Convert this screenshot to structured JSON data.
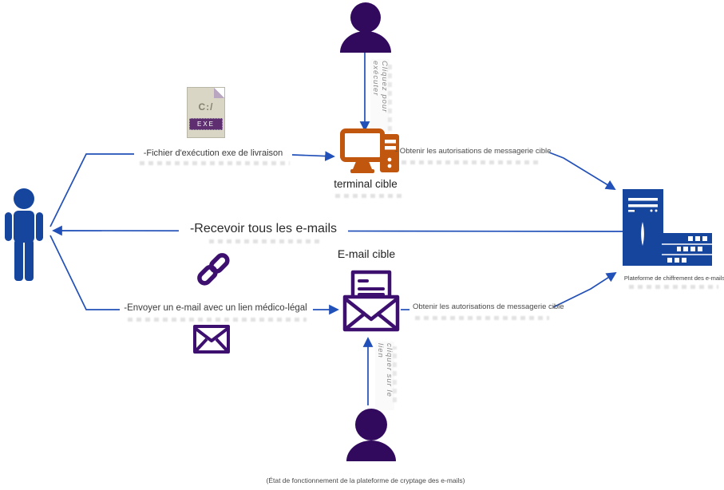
{
  "labels": {
    "terminal": "terminal cible",
    "email_target": "E-mail cible",
    "platform": "Plateforme de chiffrement des e-mails",
    "caption": "(État de fonctionnement de la plateforme de cryptage des e-mails)"
  },
  "edges": {
    "deliver_exe": "-Fichier d'exécution exe de livraison",
    "obtain_top": "- Obtenir les autorisations de messagerie cible",
    "receive": "-Recevoir tous les e-mails",
    "send_link": "-Envoyer un e-mail avec un lien médico-légal",
    "obtain_bottom": "Obtenir les autorisations de messagerie cible",
    "click_execute": "Cliquez pour exécuter",
    "click_link": "cliquer sur le lien"
  },
  "file_icon": {
    "drive": "C:/",
    "badge": "EXE"
  },
  "colors": {
    "person_blue": "#16459e",
    "arrow_blue": "#2150b8",
    "dark_purple": "#310a5e",
    "icon_purple": "#3d1070",
    "terminal_orange": "#c1560f"
  }
}
